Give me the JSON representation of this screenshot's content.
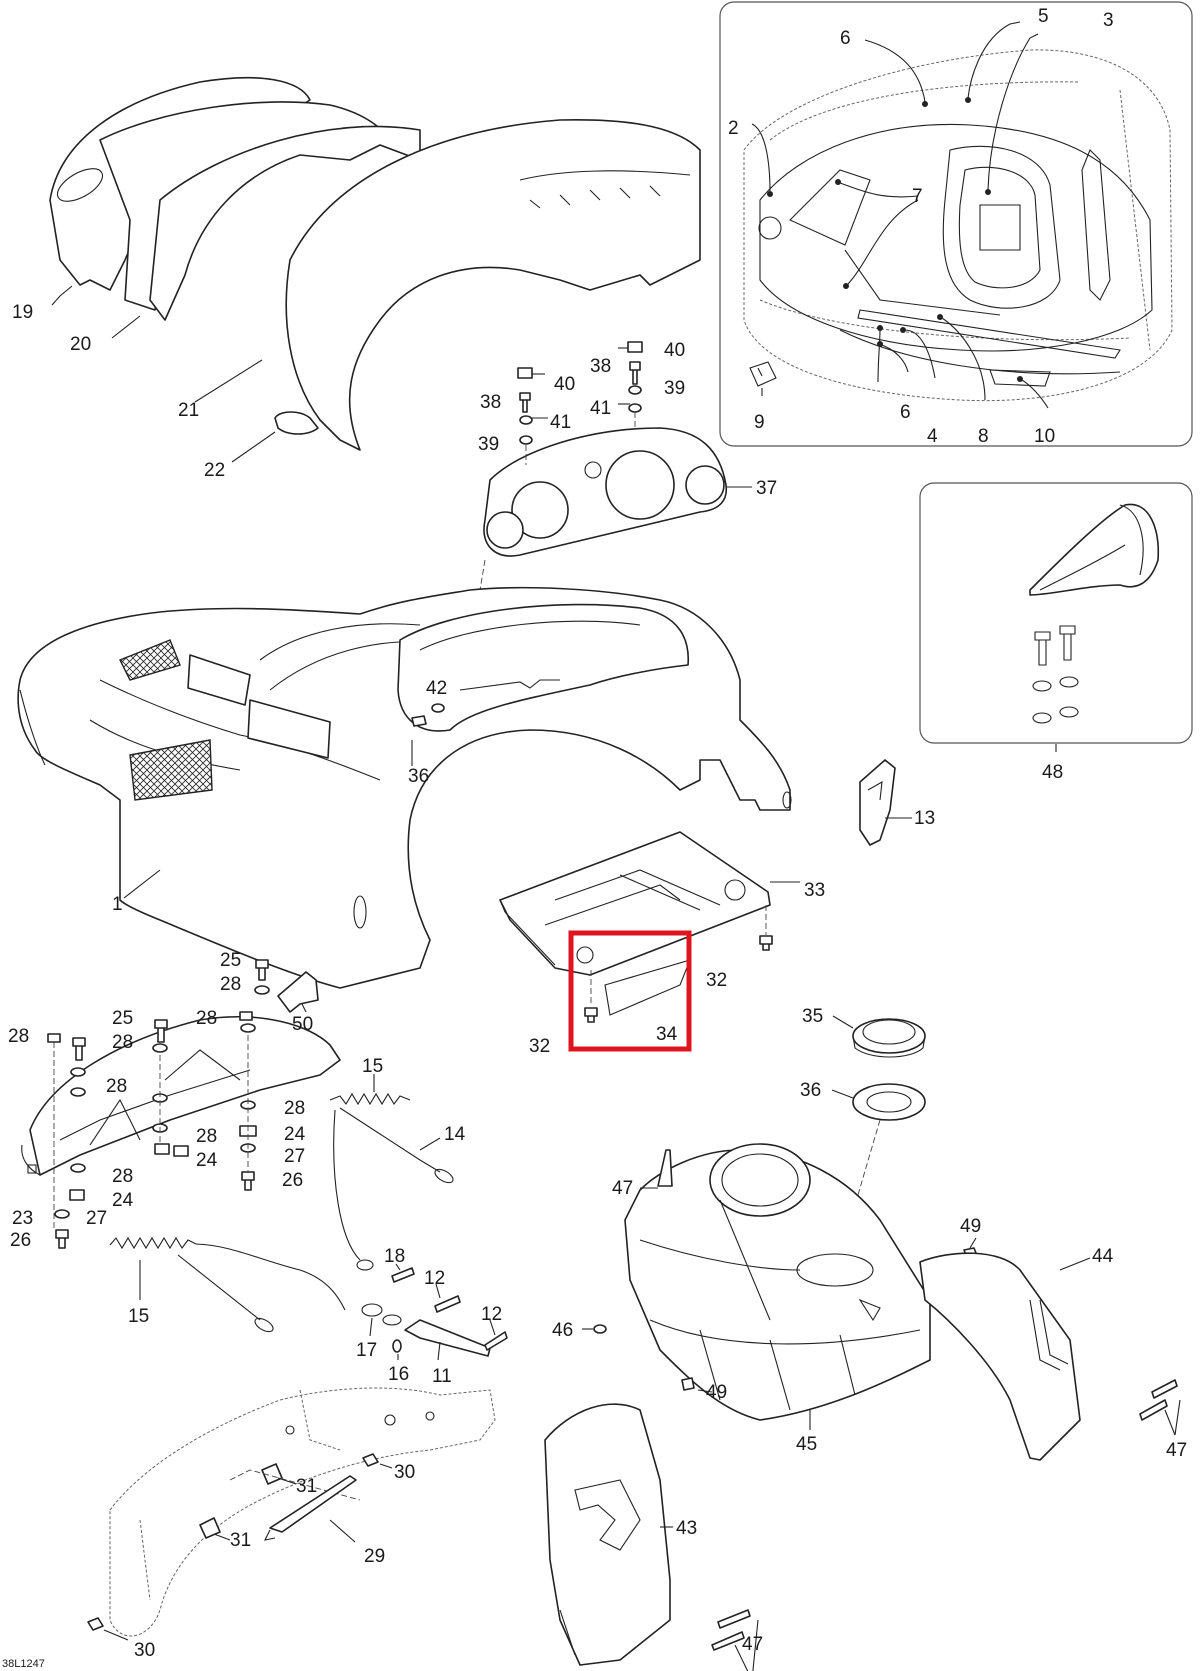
{
  "diagram": {
    "drawing_code": "38L1247",
    "callouts": [
      {
        "id": "c1",
        "label": "1"
      },
      {
        "id": "c2",
        "label": "2"
      },
      {
        "id": "c3",
        "label": "3"
      },
      {
        "id": "c4",
        "label": "4"
      },
      {
        "id": "c5",
        "label": "5"
      },
      {
        "id": "c6a",
        "label": "6"
      },
      {
        "id": "c6b",
        "label": "6"
      },
      {
        "id": "c7",
        "label": "7"
      },
      {
        "id": "c8",
        "label": "8"
      },
      {
        "id": "c9",
        "label": "9"
      },
      {
        "id": "c10",
        "label": "10"
      },
      {
        "id": "c11",
        "label": "11"
      },
      {
        "id": "c12a",
        "label": "12"
      },
      {
        "id": "c12b",
        "label": "12"
      },
      {
        "id": "c13",
        "label": "13"
      },
      {
        "id": "c14",
        "label": "14"
      },
      {
        "id": "c15a",
        "label": "15"
      },
      {
        "id": "c15b",
        "label": "15"
      },
      {
        "id": "c16",
        "label": "16"
      },
      {
        "id": "c17",
        "label": "17"
      },
      {
        "id": "c18",
        "label": "18"
      },
      {
        "id": "c19",
        "label": "19"
      },
      {
        "id": "c20",
        "label": "20"
      },
      {
        "id": "c21",
        "label": "21"
      },
      {
        "id": "c22",
        "label": "22"
      },
      {
        "id": "c23",
        "label": "23"
      },
      {
        "id": "c24a",
        "label": "24"
      },
      {
        "id": "c24b",
        "label": "24"
      },
      {
        "id": "c24c",
        "label": "24"
      },
      {
        "id": "c25a",
        "label": "25"
      },
      {
        "id": "c25b",
        "label": "25"
      },
      {
        "id": "c26a",
        "label": "26"
      },
      {
        "id": "c26b",
        "label": "26"
      },
      {
        "id": "c27a",
        "label": "27"
      },
      {
        "id": "c27b",
        "label": "27"
      },
      {
        "id": "c28a",
        "label": "28"
      },
      {
        "id": "c28b",
        "label": "28"
      },
      {
        "id": "c28c",
        "label": "28"
      },
      {
        "id": "c28d",
        "label": "28"
      },
      {
        "id": "c28e",
        "label": "28"
      },
      {
        "id": "c28f",
        "label": "28"
      },
      {
        "id": "c28g",
        "label": "28"
      },
      {
        "id": "c28h",
        "label": "28"
      },
      {
        "id": "c29",
        "label": "29"
      },
      {
        "id": "c30a",
        "label": "30"
      },
      {
        "id": "c30b",
        "label": "30"
      },
      {
        "id": "c31a",
        "label": "31"
      },
      {
        "id": "c31b",
        "label": "31"
      },
      {
        "id": "c32a",
        "label": "32"
      },
      {
        "id": "c32b",
        "label": "32"
      },
      {
        "id": "c33",
        "label": "33"
      },
      {
        "id": "c34",
        "label": "34"
      },
      {
        "id": "c35",
        "label": "35"
      },
      {
        "id": "c36a",
        "label": "36"
      },
      {
        "id": "c36b",
        "label": "36"
      },
      {
        "id": "c37",
        "label": "37"
      },
      {
        "id": "c38a",
        "label": "38"
      },
      {
        "id": "c38b",
        "label": "38"
      },
      {
        "id": "c39a",
        "label": "39"
      },
      {
        "id": "c39b",
        "label": "39"
      },
      {
        "id": "c40a",
        "label": "40"
      },
      {
        "id": "c40b",
        "label": "40"
      },
      {
        "id": "c41a",
        "label": "41"
      },
      {
        "id": "c41b",
        "label": "41"
      },
      {
        "id": "c42",
        "label": "42"
      },
      {
        "id": "c43",
        "label": "43"
      },
      {
        "id": "c44",
        "label": "44"
      },
      {
        "id": "c45",
        "label": "45"
      },
      {
        "id": "c46",
        "label": "46"
      },
      {
        "id": "c47a",
        "label": "47"
      },
      {
        "id": "c47b",
        "label": "47"
      },
      {
        "id": "c47c",
        "label": "47"
      },
      {
        "id": "c48",
        "label": "48"
      },
      {
        "id": "c49a",
        "label": "49"
      },
      {
        "id": "c49b",
        "label": "49"
      },
      {
        "id": "c50",
        "label": "50"
      }
    ],
    "highlight": {
      "color": "#e0141e",
      "parts": [
        "32",
        "34"
      ]
    },
    "colors": {
      "line": "#222222",
      "inset_border": "#555555",
      "background": "#ffffff"
    }
  }
}
